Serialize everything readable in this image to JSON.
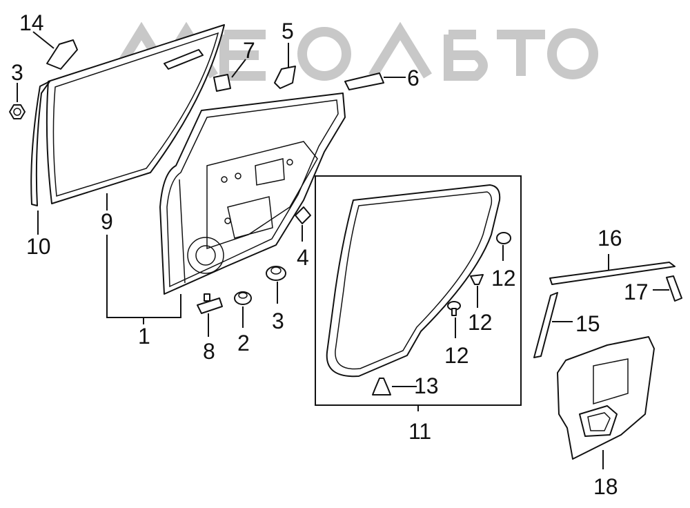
{
  "watermark": {
    "text": "АЛЕГО АВТО",
    "color": "#c8c8c8"
  },
  "callouts": [
    {
      "id": "c1",
      "text": "1"
    },
    {
      "id": "c2",
      "text": "2"
    },
    {
      "id": "c3a",
      "text": "3"
    },
    {
      "id": "c3b",
      "text": "3"
    },
    {
      "id": "c4",
      "text": "4"
    },
    {
      "id": "c5",
      "text": "5"
    },
    {
      "id": "c6",
      "text": "6"
    },
    {
      "id": "c7",
      "text": "7"
    },
    {
      "id": "c8",
      "text": "8"
    },
    {
      "id": "c9",
      "text": "9"
    },
    {
      "id": "c10",
      "text": "10"
    },
    {
      "id": "c11",
      "text": "11"
    },
    {
      "id": "c12a",
      "text": "12"
    },
    {
      "id": "c12b",
      "text": "12"
    },
    {
      "id": "c12c",
      "text": "12"
    },
    {
      "id": "c13",
      "text": "13"
    },
    {
      "id": "c14",
      "text": "14"
    },
    {
      "id": "c15",
      "text": "15"
    },
    {
      "id": "c16",
      "text": "16"
    },
    {
      "id": "c17",
      "text": "17"
    },
    {
      "id": "c18",
      "text": "18"
    }
  ],
  "colors": {
    "line": "#111111",
    "background": "#ffffff"
  }
}
